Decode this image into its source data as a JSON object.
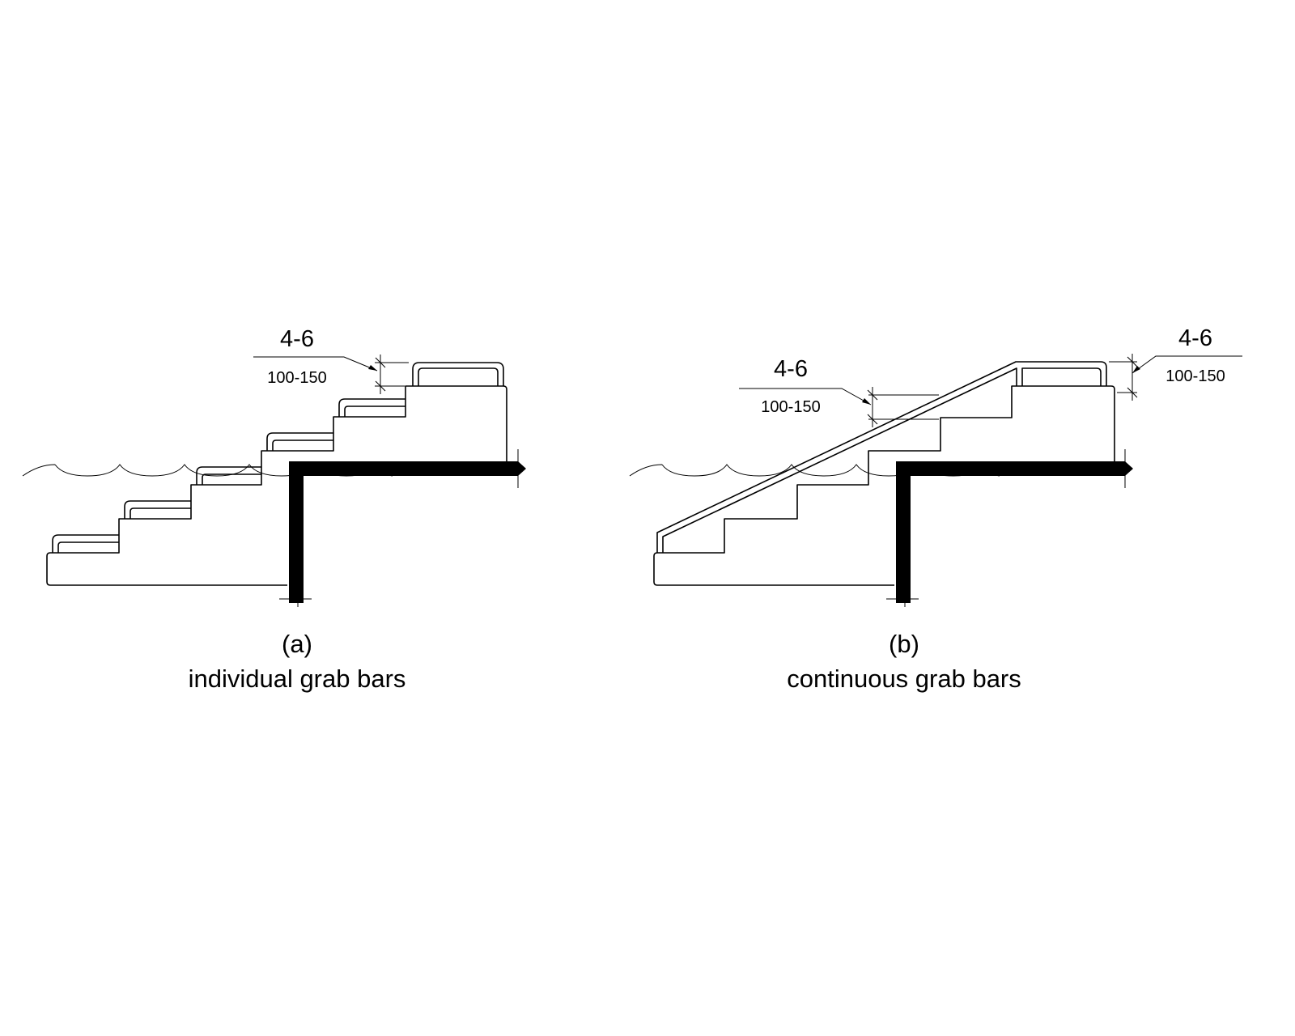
{
  "figure_a": {
    "label": "(a)",
    "caption": "individual grab bars",
    "dimension": {
      "imperial": "4-6",
      "metric": "100-150"
    }
  },
  "figure_b": {
    "label": "(b)",
    "caption": "continuous grab bars",
    "dimension_mid": {
      "imperial": "4-6",
      "metric": "100-150"
    },
    "dimension_top": {
      "imperial": "4-6",
      "metric": "100-150"
    }
  }
}
